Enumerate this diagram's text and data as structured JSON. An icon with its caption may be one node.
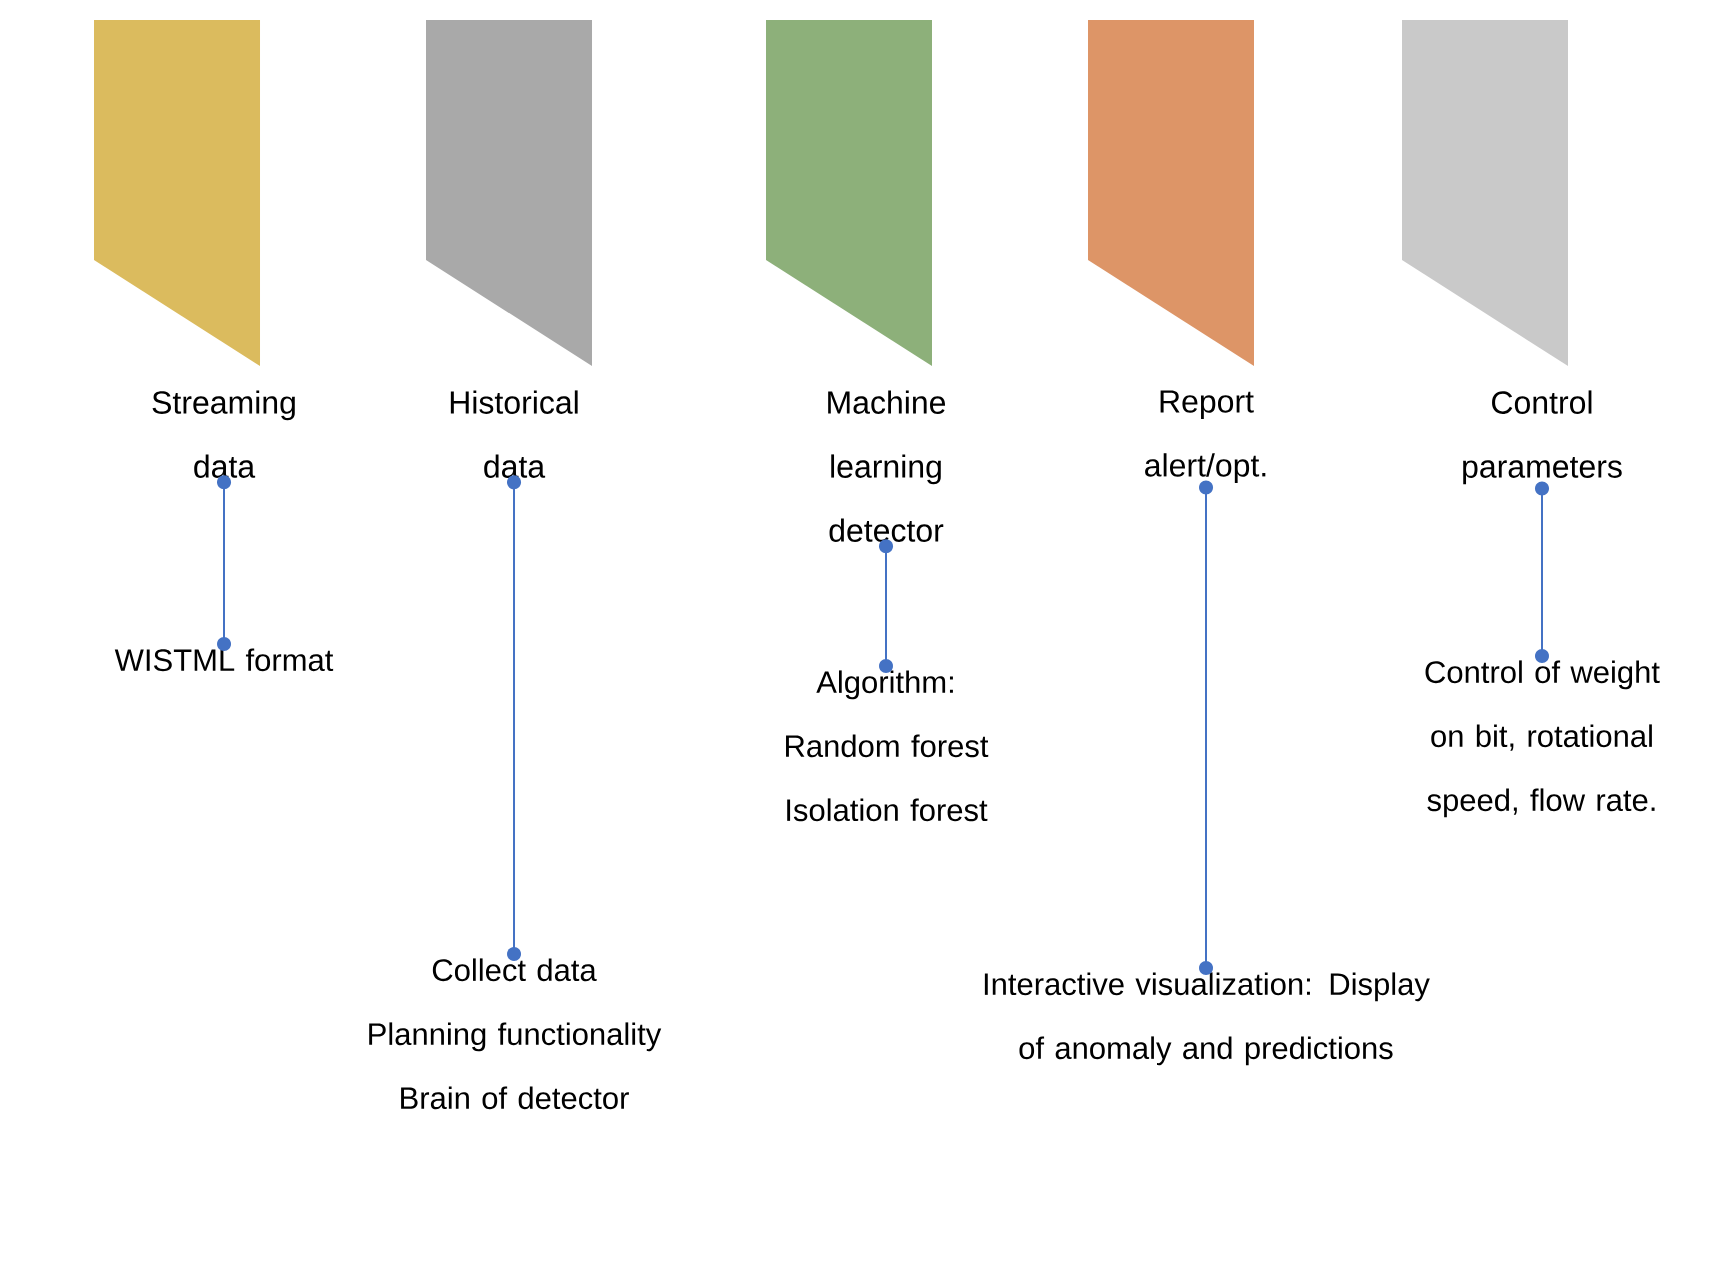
{
  "diagram": {
    "nodes": [
      {
        "text": [
          "Streaming data"
        ]
      },
      {
        "text": [
          "Historical data"
        ]
      },
      {
        "text": [
          "Machine learning detector"
        ]
      },
      {
        "text": [
          "Report alert/opt."
        ]
      },
      {
        "text": [
          "Control parameters"
        ]
      },
      {
        "text": [
          "WISTML format"
        ]
      },
      {
        "text": [
          "Collect data",
          "Planning functionality",
          "Brain of detector"
        ]
      },
      {
        "text": [
          "Algorithm:",
          "Random forest",
          "Isolation forest"
        ]
      },
      {
        "text": [
          "Interactive visualization: Display of anomaly and predictions"
        ]
      },
      {
        "text": [
          "Control of weight on bit, rotational speed, flow rate."
        ]
      }
    ],
    "edges": [
      {
        "from": 0,
        "to": 5,
        "arrow": "other"
      },
      {
        "from": 1,
        "to": 6,
        "arrow": "other"
      },
      {
        "from": 2,
        "to": 7,
        "arrow": "other"
      },
      {
        "from": 3,
        "to": 8,
        "arrow": "other"
      },
      {
        "from": 4,
        "to": 9,
        "arrow": "other"
      }
    ]
  }
}
